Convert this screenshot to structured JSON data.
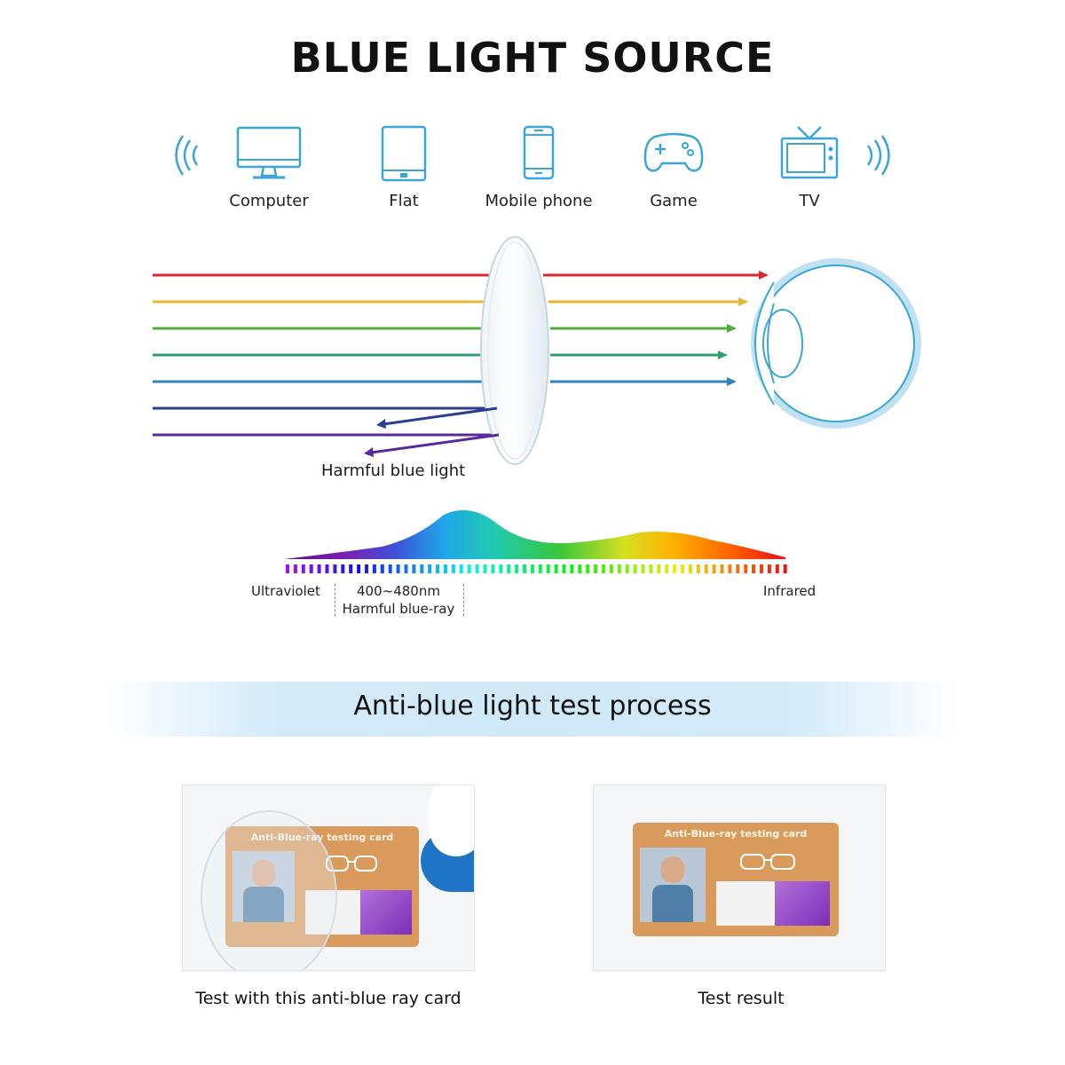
{
  "title": "BLUE LIGHT SOURCE",
  "devices": [
    {
      "label": "Computer",
      "icon": "computer-icon"
    },
    {
      "label": "Flat",
      "icon": "tablet-icon"
    },
    {
      "label": "Mobile phone",
      "icon": "mobile-phone-icon"
    },
    {
      "label": "Game",
      "icon": "gamepad-icon"
    },
    {
      "label": "TV",
      "icon": "tv-icon"
    }
  ],
  "diagram": {
    "harmful_label": "Harmful blue light",
    "ray_colors": [
      "#d7272f",
      "#e5b831",
      "#4fae3c",
      "#2e9e6f",
      "#2f84b8",
      "#2c3e8f",
      "#5a2a9a"
    ],
    "accent": "#3aa6d8"
  },
  "spectrum": {
    "left_label": "Ultraviolet",
    "range_label": "400~480nm",
    "range_sublabel": "Harmful blue-ray",
    "right_label": "Infrared"
  },
  "section": {
    "title": "Anti-blue light test process"
  },
  "tests": [
    {
      "caption": "Test with this anti-blue ray card",
      "card_title": "Anti-Blue-ray testing card"
    },
    {
      "caption": "Test result",
      "card_title": "Anti-Blue-ray testing card"
    }
  ]
}
